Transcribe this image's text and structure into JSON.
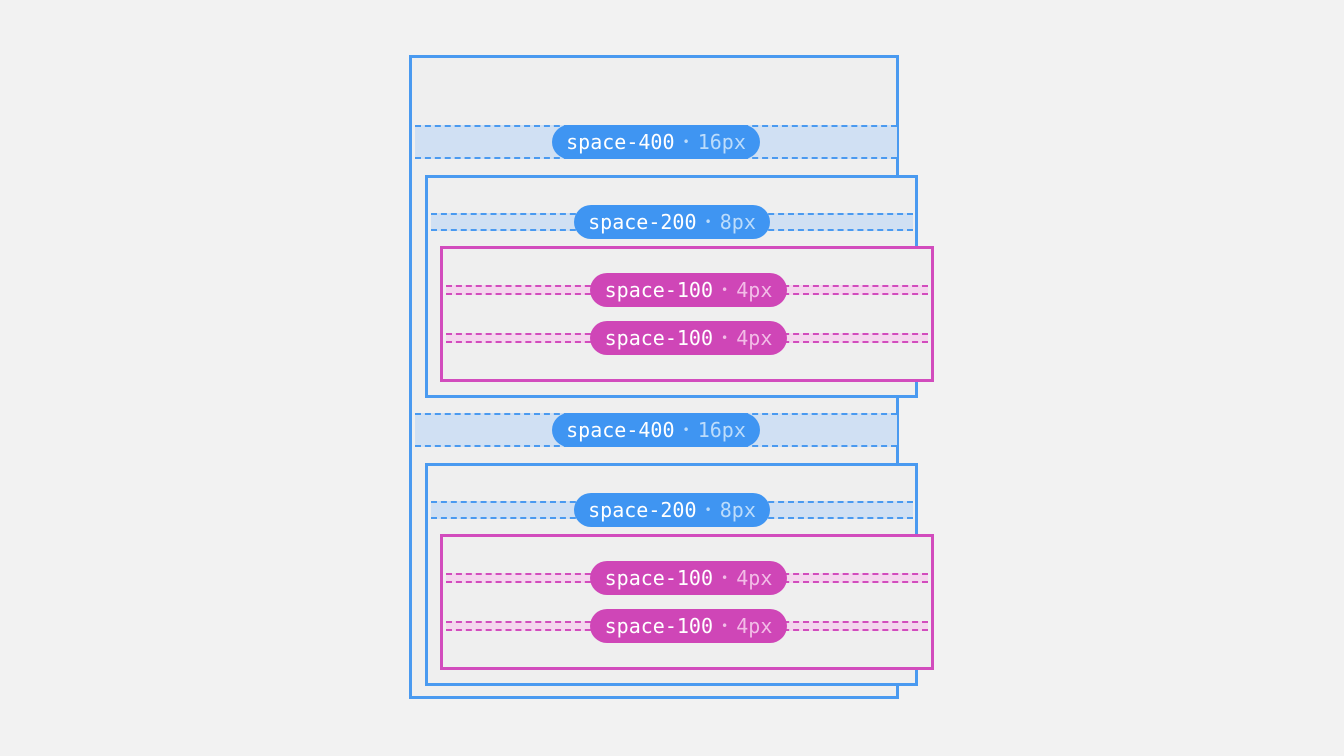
{
  "colors": {
    "background": "#f2f2f2",
    "blue": "#4a9af0",
    "blue_pill": "#3f95f2",
    "pink": "#d24cbd",
    "pink_pill": "#cf46b7"
  },
  "tokens": {
    "space_400": {
      "name": "space-400",
      "separator": "•",
      "value": "16px"
    },
    "space_200": {
      "name": "space-200",
      "separator": "•",
      "value": "8px"
    },
    "space_100": {
      "name": "space-100",
      "separator": "•",
      "value": "4px"
    }
  }
}
